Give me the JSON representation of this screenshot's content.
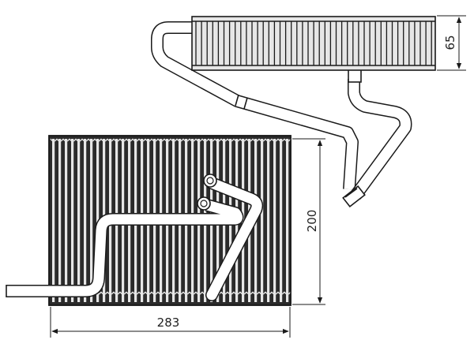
{
  "figure": {
    "dimensions": {
      "side_view_height": "65",
      "front_view_height": "200",
      "front_view_width": "283"
    },
    "colors": {
      "ink": "#1a1a1a",
      "fin_dark": "#2b2b2b",
      "fin_light": "#e6e6e6",
      "pipe_fill": "#ffffff",
      "background": "#ffffff"
    }
  }
}
